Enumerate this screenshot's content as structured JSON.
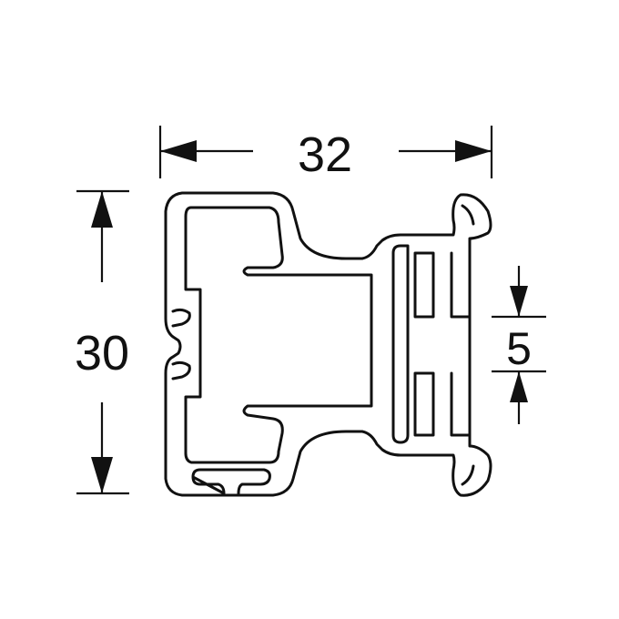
{
  "drawing": {
    "stroke_color": "#111111",
    "background": "#ffffff"
  },
  "dimensions": {
    "width_label": "32",
    "height_label": "30",
    "slot_label": "5"
  }
}
